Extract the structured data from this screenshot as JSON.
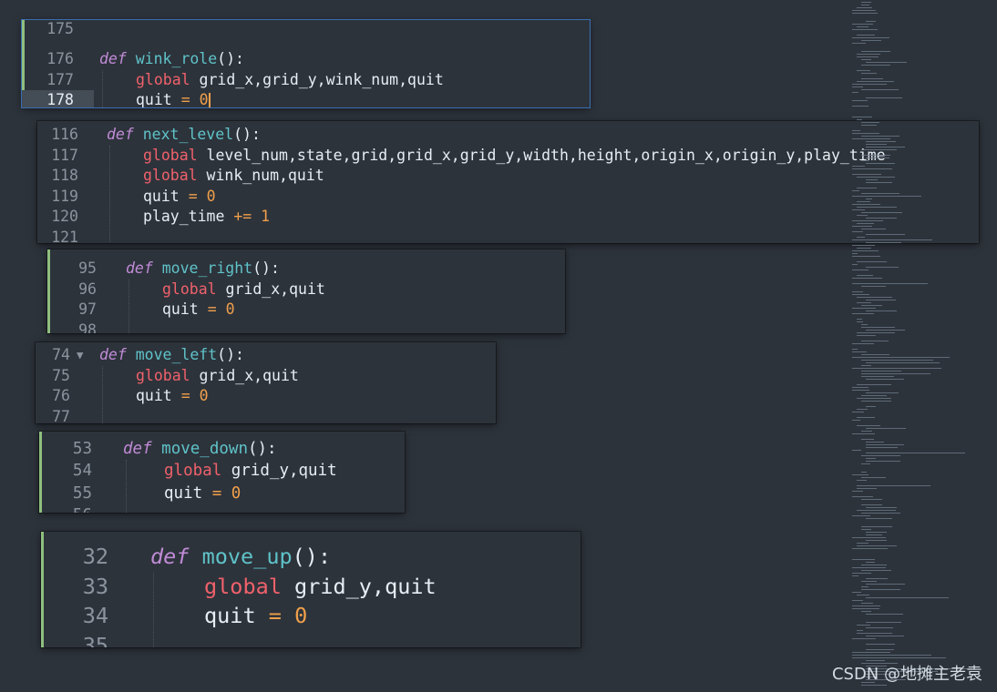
{
  "panels": [
    {
      "id": "wink_role",
      "cut_top": "175",
      "cut_bottom": "179",
      "lines": [
        {
          "num": "176",
          "def": "def",
          "fn": "wink_role",
          "rest": "():"
        },
        {
          "num": "177",
          "global": "global",
          "rest": "grid_x,grid_y,wink_num,quit"
        },
        {
          "num": "178",
          "code": "quit",
          "op": "=",
          "value": "0",
          "current": true
        }
      ]
    },
    {
      "id": "next_level",
      "cut_bottom": "121",
      "lines": [
        {
          "num": "116",
          "def": "def",
          "fn": "next_level",
          "rest": "():"
        },
        {
          "num": "117",
          "global": "global",
          "rest": "level_num,state,grid,grid_x,grid_y,width,height,origin_x,origin_y,play_time"
        },
        {
          "num": "118",
          "global": "global",
          "rest": "wink_num,quit"
        },
        {
          "num": "119",
          "code": "quit",
          "op": "=",
          "value": "0"
        },
        {
          "num": "120",
          "code": "play_time",
          "op": "+=",
          "value": "1"
        }
      ]
    },
    {
      "id": "move_right",
      "cut_top": "94",
      "cut_bottom": "98",
      "lines": [
        {
          "num": "95",
          "def": "def",
          "fn": "move_right",
          "rest": "():"
        },
        {
          "num": "96",
          "global": "global",
          "rest": "grid_x,quit"
        },
        {
          "num": "97",
          "code": "quit",
          "op": "=",
          "value": "0"
        }
      ]
    },
    {
      "id": "move_left",
      "cut_bottom": "77",
      "lines": [
        {
          "num": "74",
          "fold": "▼",
          "def": "def",
          "fn": "move_left",
          "rest": "():"
        },
        {
          "num": "75",
          "global": "global",
          "rest": "grid_x,quit"
        },
        {
          "num": "76",
          "code": "quit",
          "op": "=",
          "value": "0"
        }
      ]
    },
    {
      "id": "move_down",
      "cut_bottom": "56",
      "lines": [
        {
          "num": "53",
          "def": "def",
          "fn": "move_down",
          "rest": "():"
        },
        {
          "num": "54",
          "global": "global",
          "rest": "grid_y,quit"
        },
        {
          "num": "55",
          "code": "quit",
          "op": "=",
          "value": "0"
        }
      ]
    },
    {
      "id": "move_up",
      "cut_top": "31",
      "cut_bottom": "35",
      "lines": [
        {
          "num": "32",
          "def": "def",
          "fn": "move_up",
          "rest": "():"
        },
        {
          "num": "33",
          "global": "global",
          "rest": "grid_y,quit"
        },
        {
          "num": "34",
          "code": "quit",
          "op": "=",
          "value": "0"
        }
      ]
    }
  ],
  "watermark": "CSDN @地摊主老袁",
  "colors": {
    "background": "#2d333b",
    "keyword_def": "#c08bd6",
    "function_name": "#5fc3c9",
    "keyword_global": "#f0616b",
    "number": "#f0a04b",
    "gutter_marker": "#8fbf7f",
    "active_border": "#3a6fb0"
  }
}
